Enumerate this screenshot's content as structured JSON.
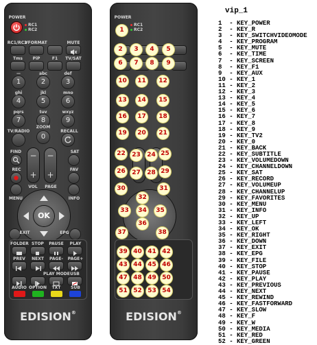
{
  "remote": {
    "power_label": "POWER",
    "rc1": "RC1",
    "rc2": "RC2",
    "rc1rc2": "RC1/RC2",
    "vformat": "VFORMAT",
    "mute": "MUTE",
    "tms": "Tms",
    "pip": "PiP",
    "f1": "F1",
    "tvsat": "TV/SAT",
    "digits_row1": [
      "—",
      "abc",
      "def"
    ],
    "digits_row2": [
      "ghi",
      "jkl",
      "mno"
    ],
    "digits_row3": [
      "pqrs",
      "tuv",
      "wxyz"
    ],
    "nums": [
      "1",
      "2",
      "3",
      "4",
      "5",
      "6",
      "7",
      "8",
      "9",
      "0"
    ],
    "tvradio": "TV/RADIO",
    "zoom": "ZOOM",
    "recall": "RECALL",
    "find": "FIND",
    "sat": "SAT",
    "rec": "REC",
    "fav": "FAV",
    "menu": "MENU",
    "vol": "VOL",
    "page": "PAGE",
    "info": "INFO",
    "ok": "OK",
    "exit": "EXIT",
    "epg": "EPG",
    "media_row1": [
      "FOLDER",
      "STOP",
      "PAUSE",
      "PLAY"
    ],
    "media_row2": [
      "PREV",
      "NEXT",
      "PAGE-",
      "PAGE+"
    ],
    "media_row3": [
      "PLAY MODE",
      "USB"
    ],
    "media_row4": [
      "AUDIO",
      "OPTION",
      "TXT",
      "SUB"
    ],
    "brand": "EDISION",
    "trademark": "®"
  },
  "colors": {
    "red": "#e01818",
    "green": "#1fb31f",
    "yellow": "#e8d81a",
    "blue": "#1d43d8",
    "badge_text": "#c00000",
    "badge_fill": "#fffbcf"
  },
  "badges": [
    "1",
    "2",
    "3",
    "4",
    "5",
    "6",
    "7",
    "8",
    "9",
    "10",
    "11",
    "12",
    "13",
    "14",
    "15",
    "16",
    "17",
    "18",
    "19",
    "20",
    "21",
    "22",
    "23",
    "24",
    "25",
    "26",
    "27",
    "28",
    "29",
    "30",
    "31",
    "32",
    "33",
    "34",
    "35",
    "36",
    "37",
    "38",
    "39",
    "40",
    "41",
    "42",
    "43",
    "44",
    "45",
    "46",
    "47",
    "48",
    "49",
    "50",
    "51",
    "52",
    "53",
    "54"
  ],
  "key_list_title": "vip_1",
  "key_list": [
    "1  - KEY_POWER",
    "2  - KEY_R",
    "3  - KEY_SWITCHVIDEOMODE",
    "4  - KEY_PROGRAM",
    "5  - KEY_MUTE",
    "6  - KEY_TIME",
    "7  - KEY_SCREEN",
    "8  - KEY_F1",
    "9  - KEY_AUX",
    "10 - KEY_1",
    "11 - KEY_2",
    "12 - KEY_3",
    "13 - KEY_4",
    "14 - KEY_5",
    "15 - KEY_6",
    "16 - KEY_7",
    "17 - KEY_8",
    "18 - KEY_9",
    "19 - KEY_TV2",
    "20 - KEY_0",
    "21 - KEY_BACK",
    "22 - KEY_SUBTITLE",
    "23 - KEY_VOLUMEDOWN",
    "24 - KEY_CHANNELDOWN",
    "25 - KEY_SAT",
    "26 - KEY_RECORD",
    "27 - KEY_VOLUMEUP",
    "28 - KEY_CHANNELUP",
    "29 - KEY_FAVORITES",
    "30 - KEY_MENU",
    "31 - KEY_INFO",
    "32 - KEY_UP",
    "33 - KEY_LEFT",
    "34 - KEY_OK",
    "35 - KEY_RIGHT",
    "36 - KEY_DOWN",
    "37 - KEY_EXIT",
    "38 - KEY_EPG",
    "39 - KEY_FILE",
    "40 - KEY_STOP",
    "41 - KEY_PAUSE",
    "42 - KEY_PLAY",
    "43 - KEY_PREVIOUS",
    "44 - KEY_NEXT",
    "45 - KEY_REWIND",
    "46 - KEY_FASTFORWARD",
    "47 - KEY_SLOW",
    "48 - KEY_F",
    "49 - KEY_W",
    "50 - KEY_MEDIA",
    "51 - KEY_RED",
    "52 - KEY_GREEN"
  ]
}
